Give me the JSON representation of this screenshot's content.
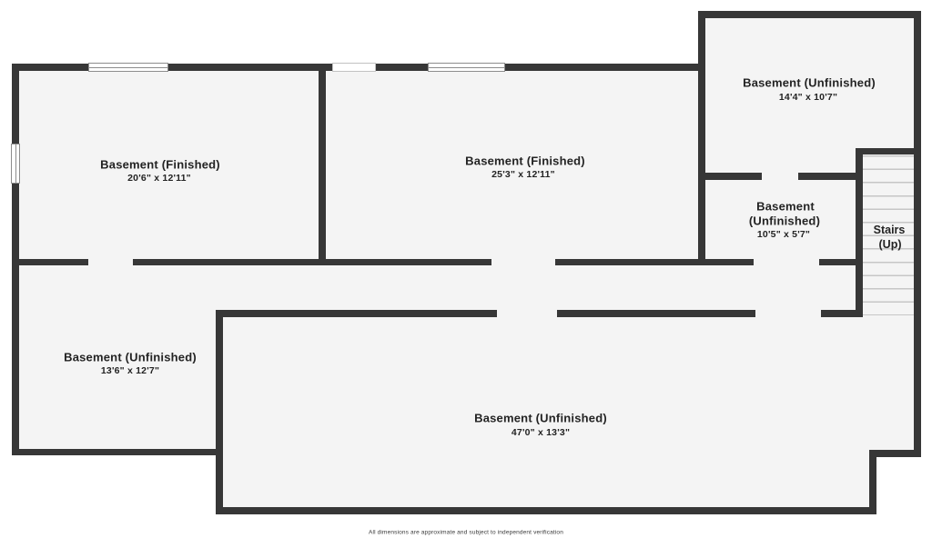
{
  "colors": {
    "wall": "#373737",
    "floor_fill": "#f4f4f4",
    "stair_tread": "#c6c6c6",
    "window_frame": "#8c8c8c",
    "label_text": "#232323"
  },
  "plan": {
    "rooms": {
      "finished_left": {
        "label": "Basement (Finished)",
        "dims": "20'6\" x 12'11\""
      },
      "finished_mid": {
        "label": "Basement (Finished)",
        "dims": "25'3\" x 12'11\""
      },
      "unfinished_topright": {
        "label": "Basement (Unfinished)",
        "dims": "14'4\" x 10'7\""
      },
      "unfinished_small": {
        "label_line1": "Basement",
        "label_line2": "(Unfinished)",
        "dims": "10'5\" x 5'7\""
      },
      "unfinished_bottomleft": {
        "label": "Basement (Unfinished)",
        "dims": "13'6\" x 12'7\""
      },
      "unfinished_main": {
        "label": "Basement (Unfinished)",
        "dims": "47'0\" x 13'3\""
      },
      "stairs": {
        "label_line1": "Stairs",
        "label_line2": "(Up)"
      }
    },
    "footer": {
      "disclaimer": "All dimensions are approximate and subject to independent verification"
    }
  }
}
